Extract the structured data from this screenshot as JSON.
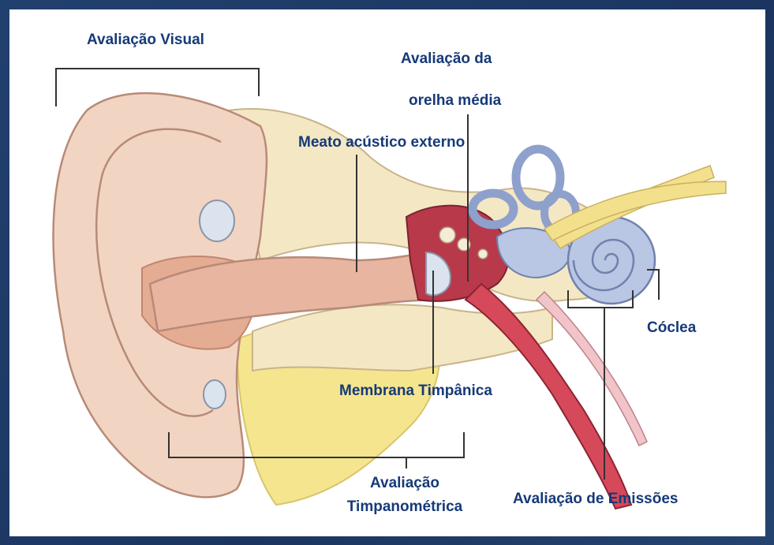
{
  "labels": {
    "avaliacao_visual": "Avaliação Visual",
    "avaliacao_da": "Avaliação da",
    "orelha_media": "orelha média",
    "meato": "Meato acústico externo",
    "membrana": "Membrana Timpânica",
    "coclea": "Cóclea",
    "avaliacao_timpanometrica_1": "Avaliação",
    "avaliacao_timpanometrica_2": "Timpanométrica",
    "avaliacao_emissoes": "Avaliação de Emissões"
  },
  "colors": {
    "label_text": "#163a78",
    "background_frame": "#1f3a6b",
    "panel": "#ffffff",
    "skin": "#f2d4c2",
    "skin_dark": "#e4ac92",
    "bone": "#f4e7c4",
    "cartilage": "#f5e58e",
    "canal": "#e8b5a0",
    "middle_ear": "#b8394a",
    "inner_ear": "#b9c6e4",
    "nerve": "#f3e08c",
    "tube": "#d6495a"
  }
}
